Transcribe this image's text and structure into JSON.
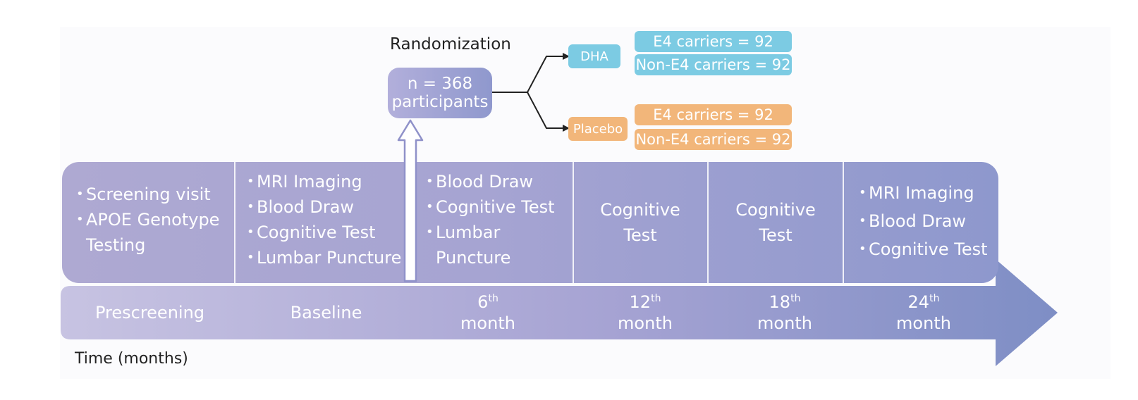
{
  "randomization": {
    "title": "Randomization",
    "n_line1": "n = 368",
    "n_line2": "participants",
    "arms": [
      {
        "label": "DHA",
        "color": "#7ccbe3",
        "groups": [
          "E4 carriers = 92",
          "Non-E4 carriers = 92"
        ]
      },
      {
        "label": "Placebo",
        "color": "#f2b67a",
        "groups": [
          "E4 carriers = 92",
          "Non-E4 carriers = 92"
        ]
      }
    ]
  },
  "visits": [
    {
      "items": [
        "Screening visit",
        "APOE Genotype",
        "Testing"
      ]
    },
    {
      "items": [
        "MRI Imaging",
        "Blood Draw",
        "Cognitive Test",
        "Lumbar Puncture"
      ]
    },
    {
      "items": [
        "Blood Draw",
        "Cognitive Test",
        "Lumbar",
        "Puncture"
      ]
    },
    {
      "text": "Cognitive Test"
    },
    {
      "text": "Cognitive Test"
    },
    {
      "items": [
        "MRI Imaging",
        "Blood Draw",
        "Cognitive Test"
      ]
    }
  ],
  "periods": [
    {
      "label": "Prescreening"
    },
    {
      "label": "Baseline"
    },
    {
      "num": "6",
      "sup": "th",
      "unit": "month"
    },
    {
      "num": "12",
      "sup": "th",
      "unit": "month"
    },
    {
      "num": "18",
      "sup": "th",
      "unit": "month"
    },
    {
      "num": "24",
      "sup": "th",
      "unit": "month"
    }
  ],
  "axis_label": "Time (months)",
  "colors": {
    "band_start": "#c3c0e0",
    "band_end": "#8090c6",
    "dha": "#7ccbe3",
    "placebo": "#f2b67a"
  }
}
